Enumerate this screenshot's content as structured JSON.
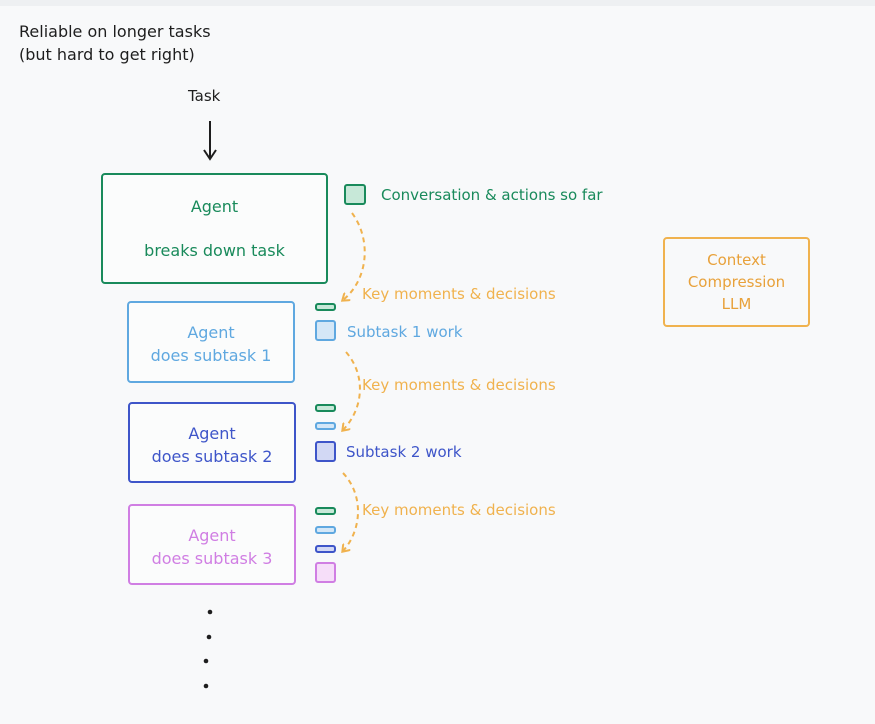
{
  "heading": {
    "line1": "Reliable on longer tasks",
    "line2": "(but hard to get right)"
  },
  "task_label": "Task",
  "agent_main": {
    "line1": "Agent",
    "line2": "breaks down task"
  },
  "subagents": [
    {
      "line1": "Agent",
      "line2": "does subtask 1"
    },
    {
      "line1": "Agent",
      "line2": "does subtask 2"
    },
    {
      "line1": "Agent",
      "line2": "does subtask 3"
    }
  ],
  "labels": {
    "conversation": "Conversation & actions so far",
    "key_moments": "Key moments & decisions",
    "subtask1_work": "Subtask 1 work",
    "subtask2_work": "Subtask 2 work"
  },
  "context_box": {
    "line1": "Context",
    "line2": "Compression",
    "line3": "LLM"
  },
  "colors": {
    "green": "#198a5b",
    "light_blue": "#5fa8e0",
    "dark_blue": "#3e55c9",
    "pink": "#d07ee3",
    "orange": "#f0b24e",
    "text": "#1e1e1e"
  }
}
